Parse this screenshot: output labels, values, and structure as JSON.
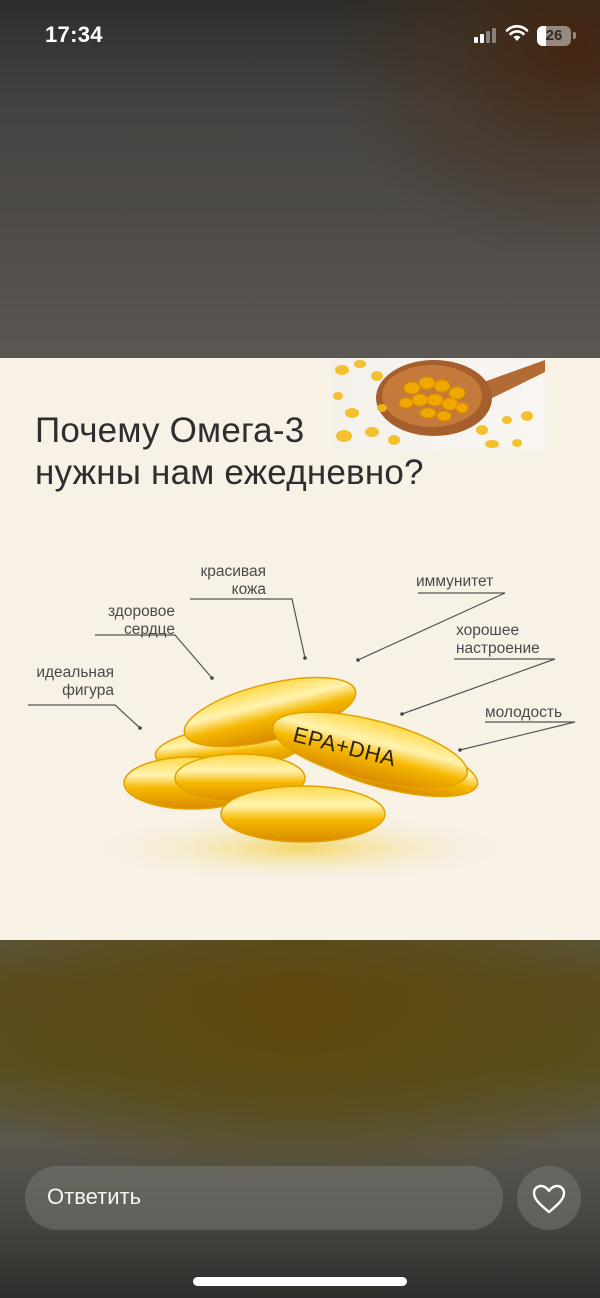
{
  "status_bar": {
    "time": "17:34",
    "battery": "26",
    "icons": [
      "cellular-signal-icon",
      "wifi-icon",
      "battery-icon"
    ]
  },
  "story": {
    "title_line1": "Почему Омега-3",
    "title_line2": "нужны нам ежедневно?",
    "capsule_text": "EPA+DHA",
    "benefits": [
      {
        "line1": "красивая",
        "line2": "кожа"
      },
      {
        "line1": "здоровое",
        "line2": "сердце"
      },
      {
        "line1": "идеальная",
        "line2": "фигура"
      },
      {
        "line1": "иммунитет",
        "line2": ""
      },
      {
        "line1": "хорошее",
        "line2": "настроение"
      },
      {
        "line1": "молодость",
        "line2": ""
      }
    ],
    "colors": {
      "background": "#f7f1e6",
      "text": "#2e2e30",
      "capsule": "#f2b300"
    }
  },
  "reply_bar": {
    "placeholder": "Ответить",
    "like_icon": "heart-icon"
  }
}
